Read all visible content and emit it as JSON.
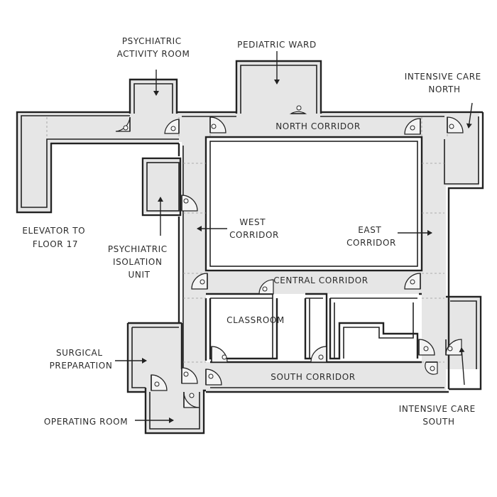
{
  "labels": {
    "psychiatric_activity_room": [
      "PSYCHIATRIC",
      "ACTIVITY ROOM"
    ],
    "pediatric_ward": "PEDIATRIC WARD",
    "intensive_care_north": [
      "INTENSIVE CARE",
      "NORTH"
    ],
    "north_corridor": "NORTH CORRIDOR",
    "elevator": [
      "ELEVATOR TO",
      "FLOOR 17"
    ],
    "west_corridor": [
      "WEST",
      "CORRIDOR"
    ],
    "east_corridor": [
      "EAST",
      "CORRIDOR"
    ],
    "psychiatric_isolation_unit": [
      "PSYCHIATRIC",
      "ISOLATION",
      "UNIT"
    ],
    "central_corridor": "CENTRAL CORRIDOR",
    "classroom": "CLASSROOM",
    "surgical_preparation": [
      "SURGICAL",
      "PREPARATION"
    ],
    "south_corridor": "SOUTH CORRIDOR",
    "operating_room": "OPERATING ROOM",
    "intensive_care_south": [
      "INTENSIVE CARE",
      "SOUTH"
    ]
  }
}
